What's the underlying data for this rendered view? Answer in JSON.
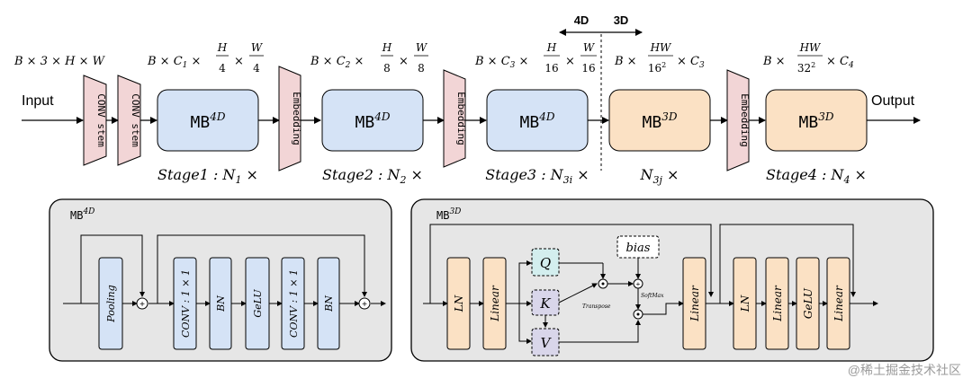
{
  "top": {
    "input_label": "Input",
    "output_label": "Output",
    "conv_stem_label": "CONV stem",
    "embedding_label": "Embedding",
    "split_left": "4D",
    "split_right": "3D",
    "shapes": {
      "s0": "B × 3 × H × W",
      "s1_prefix": "B × C",
      "s1_sub": "1",
      "s1_times": "×",
      "s1_f1_num": "H",
      "s1_f1_den": "4",
      "s1_f2_num": "W",
      "s1_f2_den": "4",
      "s2_prefix": "B × C",
      "s2_sub": "2",
      "s2_f1_num": "H",
      "s2_f1_den": "8",
      "s2_f2_num": "W",
      "s2_f2_den": "8",
      "s3_prefix": "B × C",
      "s3_sub": "3",
      "s3_f1_num": "H",
      "s3_f1_den": "16",
      "s3_f2_num": "W",
      "s3_f2_den": "16",
      "s4_prefix": "B ×",
      "s4_num": "HW",
      "s4_den": "16",
      "s4_den_sup": "2",
      "s4_suffix": "× C",
      "s4_suffix_sub": "3",
      "s5_prefix": "B ×",
      "s5_num": "HW",
      "s5_den": "32",
      "s5_den_sup": "2",
      "s5_suffix": "× C",
      "s5_suffix_sub": "4"
    },
    "blocks": [
      {
        "base": "MB",
        "sup": "4D"
      },
      {
        "base": "MB",
        "sup": "4D"
      },
      {
        "base": "MB",
        "sup": "4D"
      },
      {
        "base": "MB",
        "sup": "3D"
      },
      {
        "base": "MB",
        "sup": "3D"
      }
    ],
    "stages": [
      {
        "text": "Stage1 : N",
        "sub": "1",
        "suffix": "×"
      },
      {
        "text": "Stage2 : N",
        "sub": "2",
        "suffix": "×"
      },
      {
        "text": "Stage3 : N",
        "sub": "3i",
        "suffix": "×"
      },
      {
        "text": "N",
        "sub": "3j",
        "suffix": "×"
      },
      {
        "text": "Stage4 : N",
        "sub": "4",
        "suffix": "×"
      }
    ]
  },
  "mb4d": {
    "title_base": "MB",
    "title_sup": "4D",
    "ops": [
      "Pooling",
      "CONV : 1 × 1",
      "BN",
      "GeLU",
      "CONV : 1 × 1",
      "BN"
    ],
    "plus": "+"
  },
  "mb3d": {
    "title_base": "MB",
    "title_sup": "3D",
    "ops_left": [
      "LN",
      "Linear"
    ],
    "q": "Q",
    "k": "K",
    "v": "V",
    "bias": "bias",
    "transpose": "Transpose",
    "softmax": "SoftMax",
    "ops_right": [
      "Linear",
      "LN",
      "Linear",
      "GeLU",
      "Linear"
    ],
    "plus": "+"
  },
  "watermark": "@稀土掘金技术社区",
  "colors": {
    "pink": "#f2d5d6",
    "blue": "#d5e3f6",
    "orange": "#fbe1c4",
    "teal": "#d3eeee",
    "lavender": "#d9d6ea",
    "panel": "#e6e6e6"
  }
}
